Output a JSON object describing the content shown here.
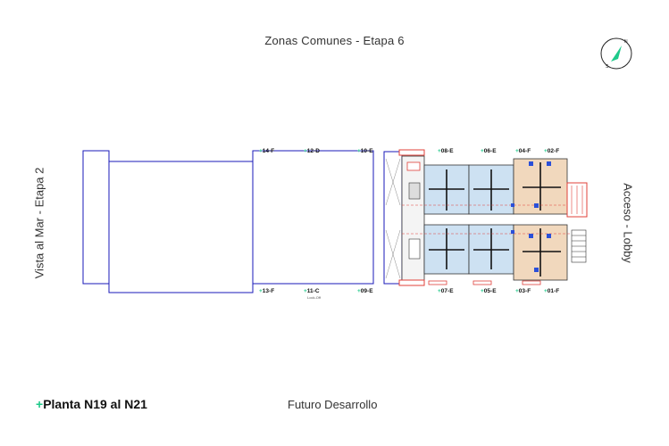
{
  "header": {
    "title": "Zonas Comunes - Etapa 6"
  },
  "sides": {
    "left": "Vista al Mar - Etapa 2",
    "right": "Acceso - Lobby"
  },
  "footer": {
    "plus": "+",
    "plan_name": "Planta N19 al N21",
    "future": "Futuro Desarrollo"
  },
  "compass": {
    "north": "N",
    "south": "S",
    "accent": "#1ec98a"
  },
  "units_top": [
    {
      "label": "14-F"
    },
    {
      "label": "12-D"
    },
    {
      "label": "10-E"
    },
    {
      "label": "08-E"
    },
    {
      "label": "06-E"
    },
    {
      "label": "04-F"
    },
    {
      "label": "02-F"
    }
  ],
  "units_bottom": [
    {
      "label": "13-F"
    },
    {
      "label": "11-C",
      "sub": "Lock-Off"
    },
    {
      "label": "09-E"
    },
    {
      "label": "07-E"
    },
    {
      "label": "05-E"
    },
    {
      "label": "03-F"
    },
    {
      "label": "01-F"
    }
  ],
  "colors": {
    "outline": "#1a1ab8",
    "room_blue": "#cde1f2",
    "room_beige": "#f1d8bd",
    "accent_red": "#e0403a",
    "green": "#1ec98a"
  }
}
